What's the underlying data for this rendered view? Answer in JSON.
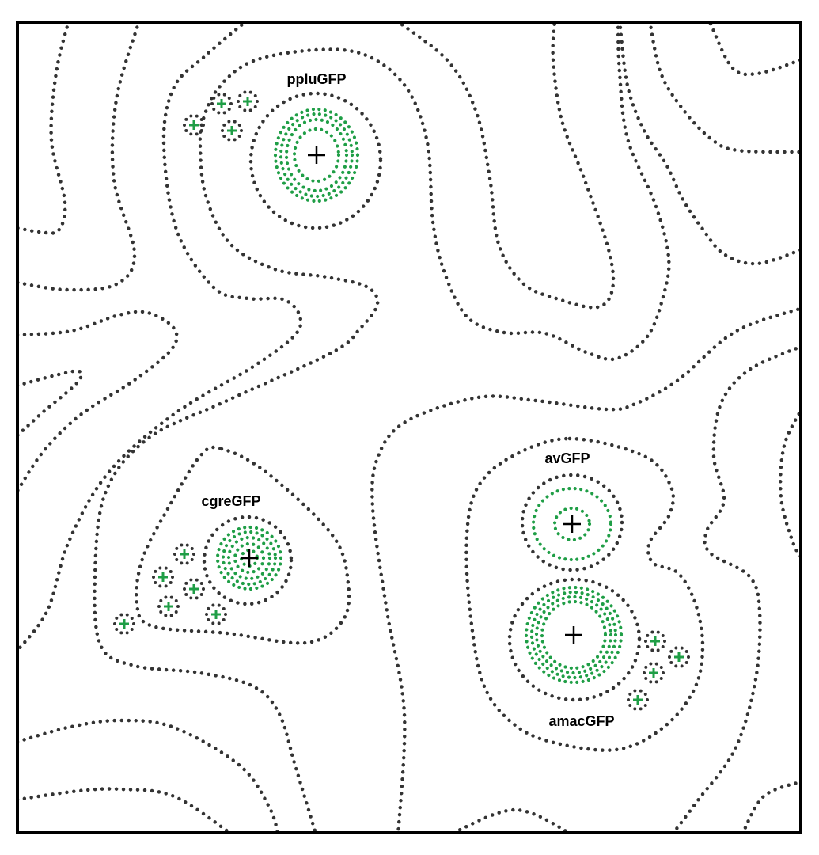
{
  "diagram": {
    "labels": {
      "pplu": "ppluGFP",
      "cgre": "cgreGFP",
      "av": "avGFP",
      "amac": "amacGFP"
    },
    "colors": {
      "contour": "#333333",
      "peak_contour": "#1f9e46",
      "marker": "#000000",
      "variant_marker": "#1f9e46",
      "frame": "#000000"
    }
  }
}
